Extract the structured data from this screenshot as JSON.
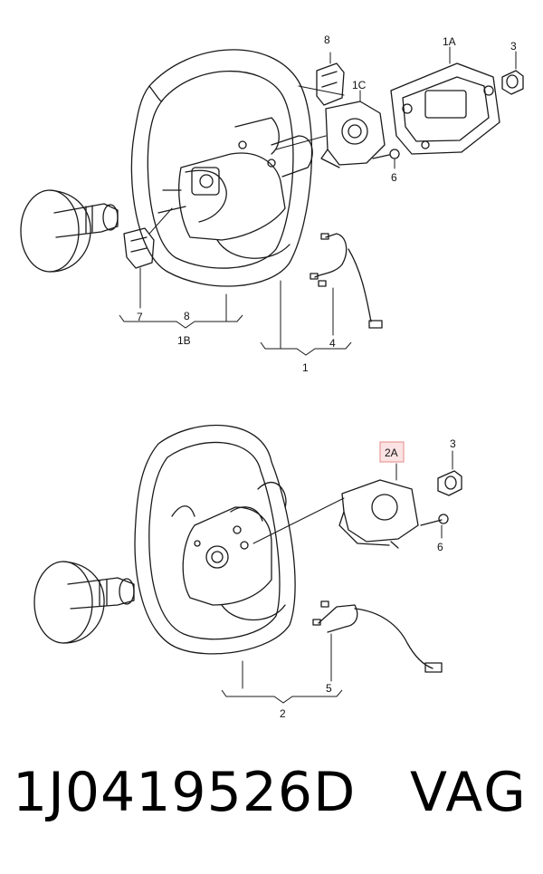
{
  "diagram_top": {
    "callouts": {
      "c8_top": "8",
      "c1A": "1A",
      "c3": "3",
      "c1C": "1C",
      "c6": "6",
      "c7": "7",
      "c8_bottom": "8",
      "c1B": "1B",
      "c4": "4",
      "c1": "1"
    }
  },
  "diagram_bottom": {
    "callouts": {
      "c2A": "2A",
      "c3": "3",
      "c6": "6",
      "c5": "5",
      "c2": "2"
    },
    "highlight_color": "#e89a9a",
    "highlight_fill": "#fbe3e3"
  },
  "footer": {
    "part_number": "1J0419526D",
    "brand": "VAG"
  }
}
